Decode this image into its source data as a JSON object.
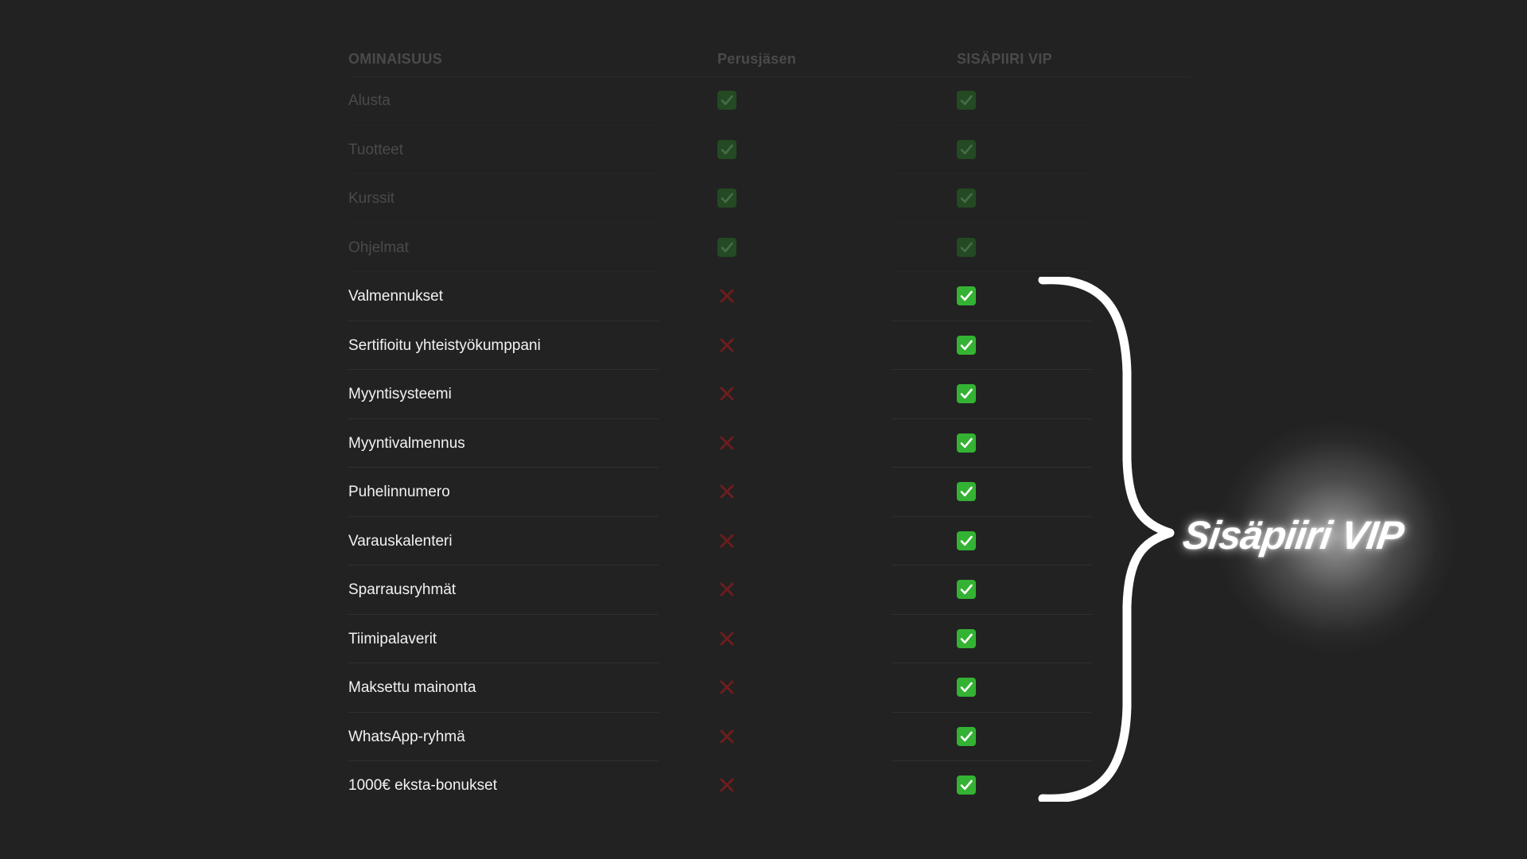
{
  "table": {
    "headers": {
      "feature": "OMINAISUUS",
      "basic": "Perusjäsen",
      "vip": "SISÄPIIRI VIP"
    },
    "rows": [
      {
        "label": "Alusta",
        "basic": "check",
        "vip": "check",
        "dimmed": true
      },
      {
        "label": "Tuotteet",
        "basic": "check",
        "vip": "check",
        "dimmed": true
      },
      {
        "label": "Kurssit",
        "basic": "check",
        "vip": "check",
        "dimmed": true
      },
      {
        "label": "Ohjelmat",
        "basic": "check",
        "vip": "check",
        "dimmed": true
      },
      {
        "label": "Valmennukset",
        "basic": "cross",
        "vip": "check",
        "dimmed": false
      },
      {
        "label": "Sertifioitu yhteistyökumppani",
        "basic": "cross",
        "vip": "check",
        "dimmed": false
      },
      {
        "label": "Myyntisysteemi",
        "basic": "cross",
        "vip": "check",
        "dimmed": false
      },
      {
        "label": "Myyntivalmennus",
        "basic": "cross",
        "vip": "check",
        "dimmed": false
      },
      {
        "label": "Puhelinnumero",
        "basic": "cross",
        "vip": "check",
        "dimmed": false
      },
      {
        "label": "Varauskalenteri",
        "basic": "cross",
        "vip": "check",
        "dimmed": false
      },
      {
        "label": "Sparrausryhmät",
        "basic": "cross",
        "vip": "check",
        "dimmed": false
      },
      {
        "label": "Tiimipalaverit",
        "basic": "cross",
        "vip": "check",
        "dimmed": false
      },
      {
        "label": "Maksettu mainonta",
        "basic": "cross",
        "vip": "check",
        "dimmed": false
      },
      {
        "label": "WhatsApp-ryhmä",
        "basic": "cross",
        "vip": "check",
        "dimmed": false
      },
      {
        "label": "1000€ eksta-bonukset",
        "basic": "cross",
        "vip": "check",
        "dimmed": false
      }
    ]
  },
  "callout": {
    "title": "Sisäpiiri VIP"
  },
  "colors": {
    "background": "#222222",
    "check": "#34b233",
    "cross": "#6e1d1d",
    "text": "#f2f2f2",
    "dimmed_text": "#4a4a4a"
  },
  "icons": {
    "check": "check-mark-icon",
    "cross": "cross-mark-icon",
    "brace": "right-curly-brace-icon"
  }
}
